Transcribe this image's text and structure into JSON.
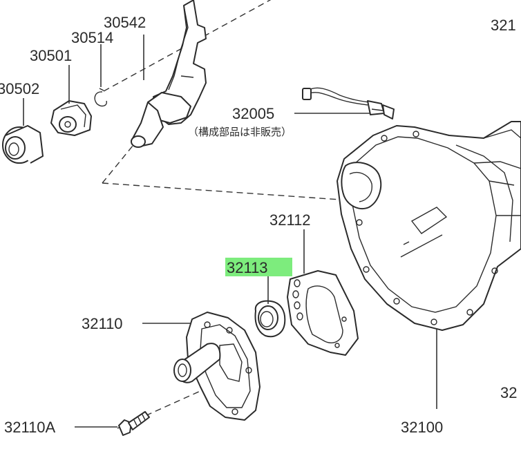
{
  "labels": {
    "p30542": "30542",
    "p30514": "30514",
    "p30501": "30501",
    "p30502": "30502",
    "p32005": "32005",
    "p32005_note": "（構成部品は非販売）",
    "p32112": "32112",
    "p32113": "32113",
    "p32110": "32110",
    "p32110A": "32110A",
    "p32100": "32100",
    "p321_partial": "321",
    "p32_partial": "32"
  },
  "highlight_color": "#7dec7d"
}
